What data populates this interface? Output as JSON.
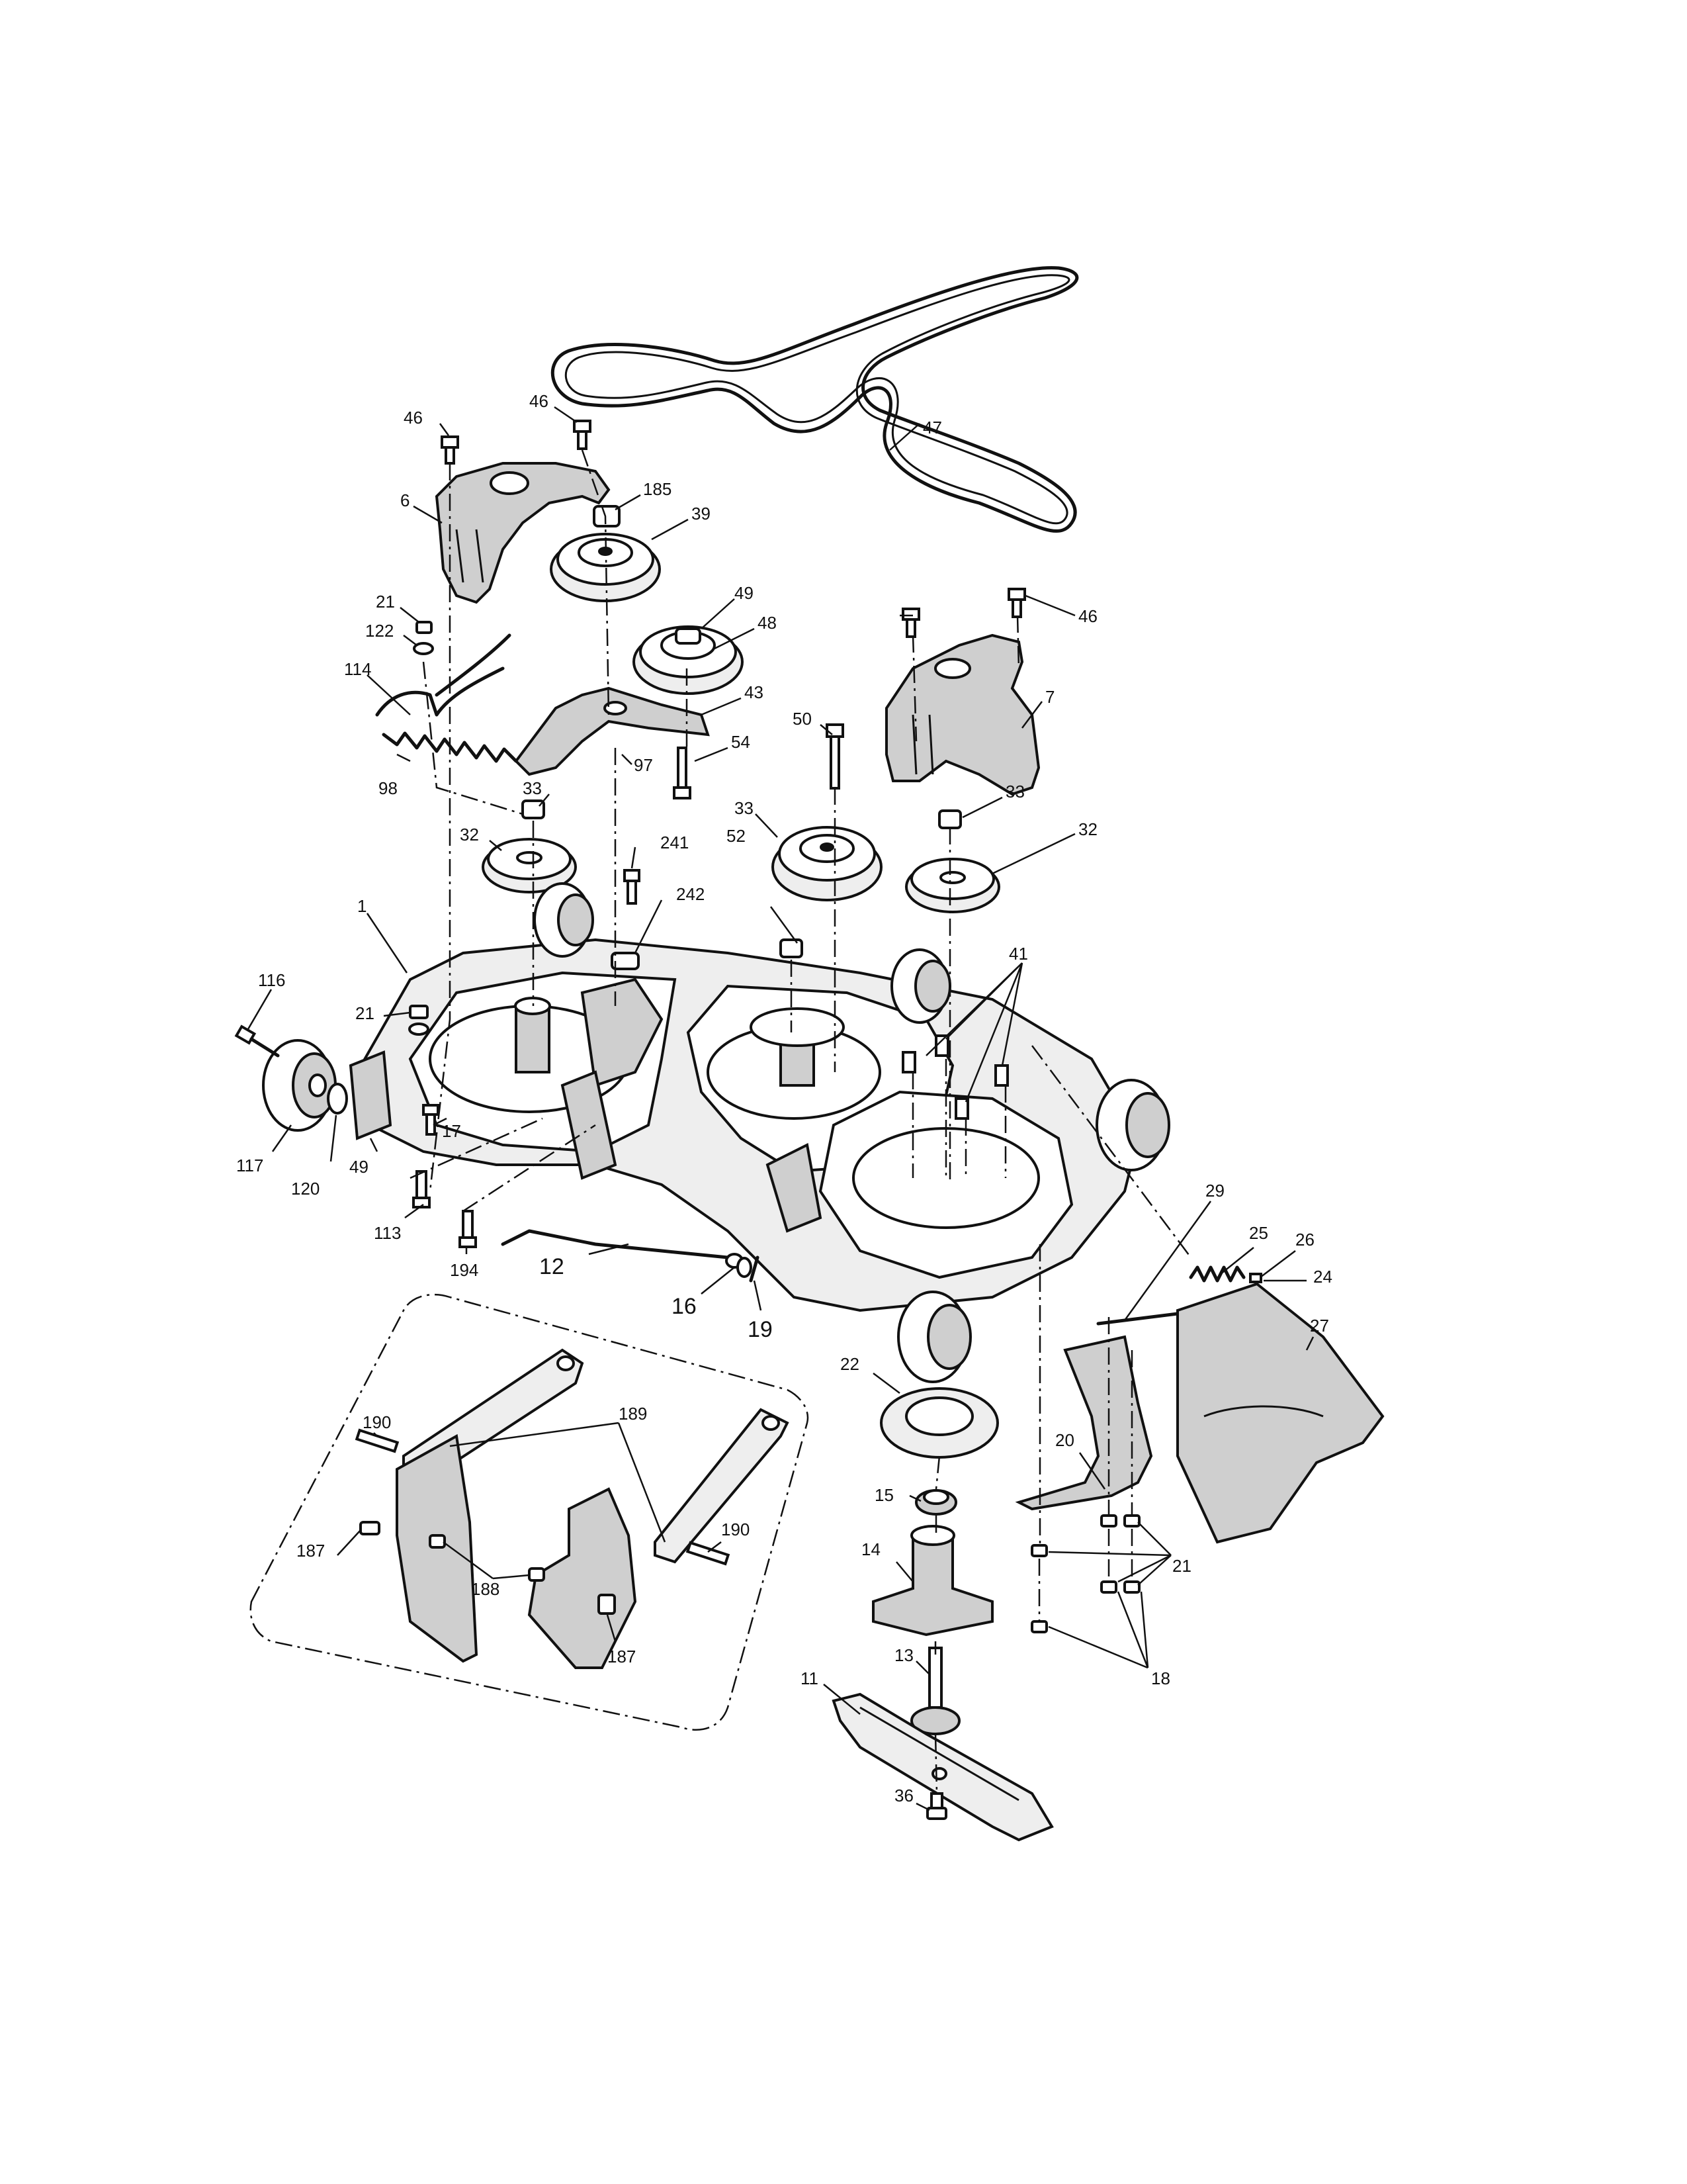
{
  "callouts": [
    {
      "id": "c46a",
      "text": "46"
    },
    {
      "id": "c46b",
      "text": "46"
    },
    {
      "id": "c46c",
      "text": "46"
    },
    {
      "id": "c47",
      "text": "47"
    },
    {
      "id": "c6",
      "text": "6"
    },
    {
      "id": "c185",
      "text": "185"
    },
    {
      "id": "c39",
      "text": "39"
    },
    {
      "id": "c49a",
      "text": "49"
    },
    {
      "id": "c48",
      "text": "48"
    },
    {
      "id": "c43",
      "text": "43"
    },
    {
      "id": "c21a",
      "text": "21"
    },
    {
      "id": "c122",
      "text": "122"
    },
    {
      "id": "c114",
      "text": "114"
    },
    {
      "id": "c98",
      "text": "98"
    },
    {
      "id": "c97",
      "text": "97"
    },
    {
      "id": "c54",
      "text": "54"
    },
    {
      "id": "c50",
      "text": "50"
    },
    {
      "id": "c7",
      "text": "7"
    },
    {
      "id": "c33a",
      "text": "33"
    },
    {
      "id": "c33b",
      "text": "33"
    },
    {
      "id": "c33c",
      "text": "33"
    },
    {
      "id": "c32a",
      "text": "32"
    },
    {
      "id": "c32b",
      "text": "32"
    },
    {
      "id": "c52",
      "text": "52"
    },
    {
      "id": "c241",
      "text": "241"
    },
    {
      "id": "c242",
      "text": "242"
    },
    {
      "id": "c1",
      "text": "1"
    },
    {
      "id": "c116",
      "text": "116"
    },
    {
      "id": "c21b",
      "text": "21"
    },
    {
      "id": "c41",
      "text": "41"
    },
    {
      "id": "c17",
      "text": "17"
    },
    {
      "id": "c117",
      "text": "117"
    },
    {
      "id": "c120",
      "text": "120"
    },
    {
      "id": "c49b",
      "text": "49"
    },
    {
      "id": "c113",
      "text": "113"
    },
    {
      "id": "c194",
      "text": "194"
    },
    {
      "id": "c12",
      "text": "12"
    },
    {
      "id": "c16",
      "text": "16"
    },
    {
      "id": "c19",
      "text": "19"
    },
    {
      "id": "c29",
      "text": "29"
    },
    {
      "id": "c25",
      "text": "25"
    },
    {
      "id": "c26",
      "text": "26"
    },
    {
      "id": "c24",
      "text": "24"
    },
    {
      "id": "c27",
      "text": "27"
    },
    {
      "id": "c22",
      "text": "22"
    },
    {
      "id": "c20",
      "text": "20"
    },
    {
      "id": "c15",
      "text": "15"
    },
    {
      "id": "c14",
      "text": "14"
    },
    {
      "id": "c21c",
      "text": "21"
    },
    {
      "id": "c18",
      "text": "18"
    },
    {
      "id": "c13",
      "text": "13"
    },
    {
      "id": "c11",
      "text": "11"
    },
    {
      "id": "c36",
      "text": "36"
    },
    {
      "id": "c190a",
      "text": "190"
    },
    {
      "id": "c189",
      "text": "189"
    },
    {
      "id": "c190b",
      "text": "190"
    },
    {
      "id": "c187a",
      "text": "187"
    },
    {
      "id": "c188",
      "text": "188"
    },
    {
      "id": "c187b",
      "text": "187"
    }
  ]
}
